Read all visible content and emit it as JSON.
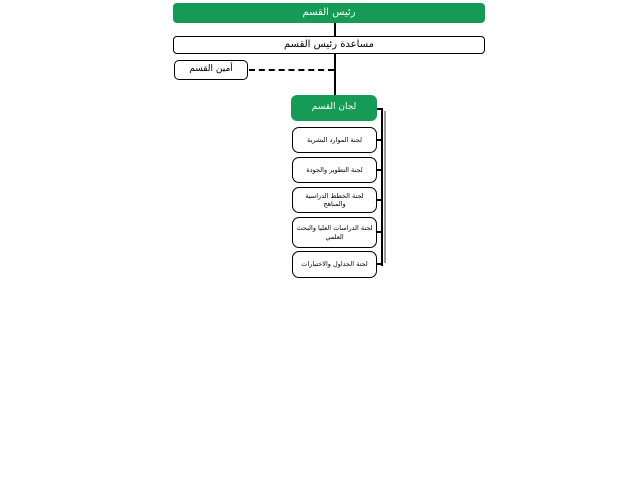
{
  "org": {
    "root": "رئيس القسم",
    "assistant": "مساعدة رئيس القسم",
    "secretary": "أمين القسم",
    "committees_title": "لجان القسم",
    "committees": [
      "لجنة الموارد البشرية",
      "لجنة التطوير والجودة",
      "لجنة الخطط الدراسية والمناهج",
      "لجنة الدراسات العليا والبحث العلمي",
      "لجنة الجداول والاختبارات"
    ]
  },
  "colors": {
    "accent_green": "#169b56",
    "box_border": "#000000",
    "connector": "#000000",
    "trunk_shadow": "#999999",
    "background": "#ffffff",
    "text_on_green": "#ffffff",
    "text_dark": "#000000"
  }
}
